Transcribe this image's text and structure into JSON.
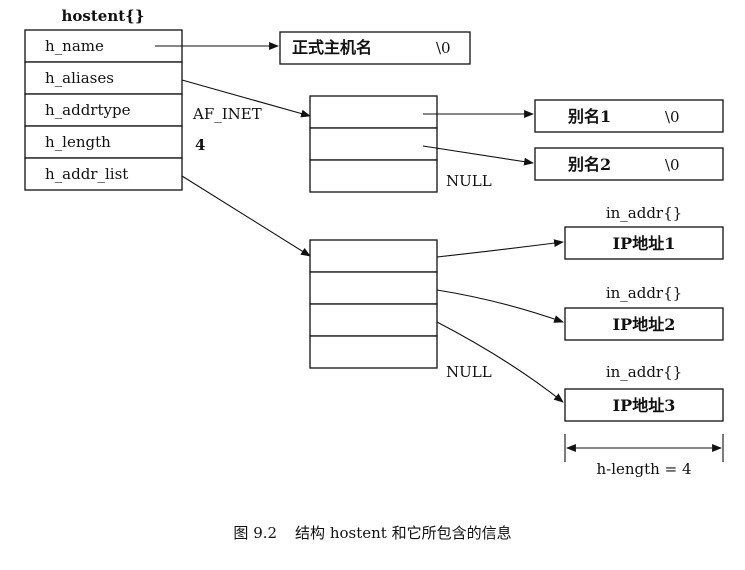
{
  "hostent": {
    "title": "hostent{}",
    "fields": [
      "h_name",
      "h_aliases",
      "h_addrtype",
      "h_length",
      "h_addr_list"
    ]
  },
  "values": {
    "addrtype": "AF_INET",
    "length": "4"
  },
  "official_name": {
    "label": "正式主机名",
    "terminator": "\\0"
  },
  "aliases": [
    {
      "label": "别名1",
      "terminator": "\\0"
    },
    {
      "label": "别名2",
      "terminator": "\\0"
    }
  ],
  "null_labels": {
    "aliases_null": "NULL",
    "addr_null": "NULL"
  },
  "in_addr": [
    {
      "title": "in_addr{}",
      "label": "IP地址1"
    },
    {
      "title": "in_addr{}",
      "label": "IP地址2"
    },
    {
      "title": "in_addr{}",
      "label": "IP地址3"
    }
  ],
  "h_length_measure": "h-length  =  4",
  "caption": {
    "number": "图 9.2",
    "text": "结构 hostent 和它所包含的信息"
  }
}
